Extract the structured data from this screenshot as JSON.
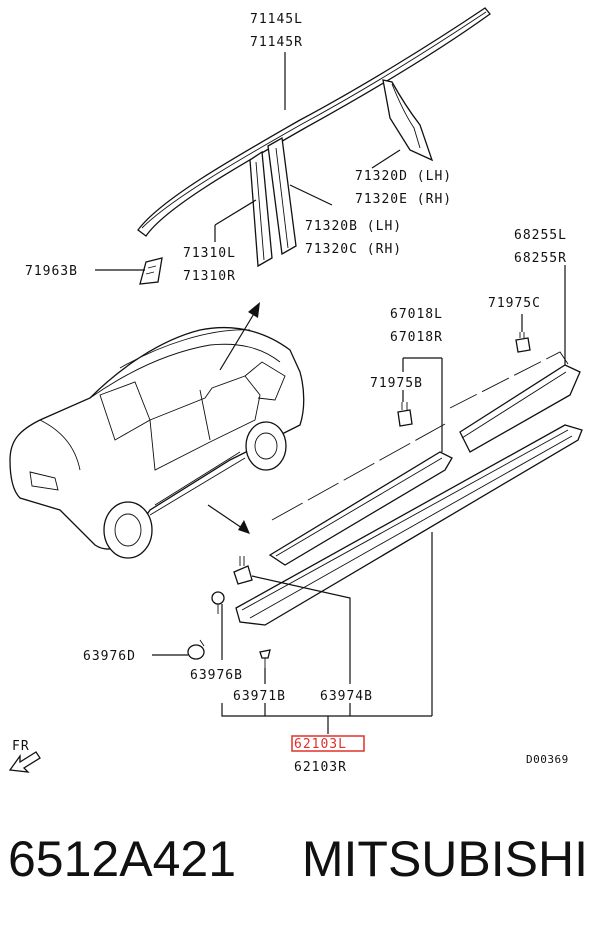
{
  "labels": {
    "roof_l": "71145L",
    "roof_r": "71145R",
    "rear_pillar_lh": "71320D (LH)",
    "rear_pillar_rh": "71320E (RH)",
    "center_pillar_lh": "71320B (LH)",
    "center_pillar_rh": "71320C (RH)",
    "front_pillar_l": "71310L",
    "front_pillar_r": "71310R",
    "clip_71963b": "71963B",
    "rocker_l": "68255L",
    "rocker_r": "68255R",
    "clip_71975c": "71975C",
    "door_l": "67018L",
    "door_r": "67018R",
    "clip_71975b": "71975B",
    "clip_63976d": "63976D",
    "clip_63976b": "63976B",
    "screw_63971b": "63971B",
    "bracket_63974b": "63974B",
    "sill_l": "62103L",
    "sill_r": "62103R",
    "fr": "FR",
    "diagram_code": "D00369"
  },
  "caption": {
    "part_number": "6512A421",
    "brand": "MITSUBISHI"
  },
  "colors": {
    "highlight": "#e0302a",
    "line": "#111111"
  }
}
